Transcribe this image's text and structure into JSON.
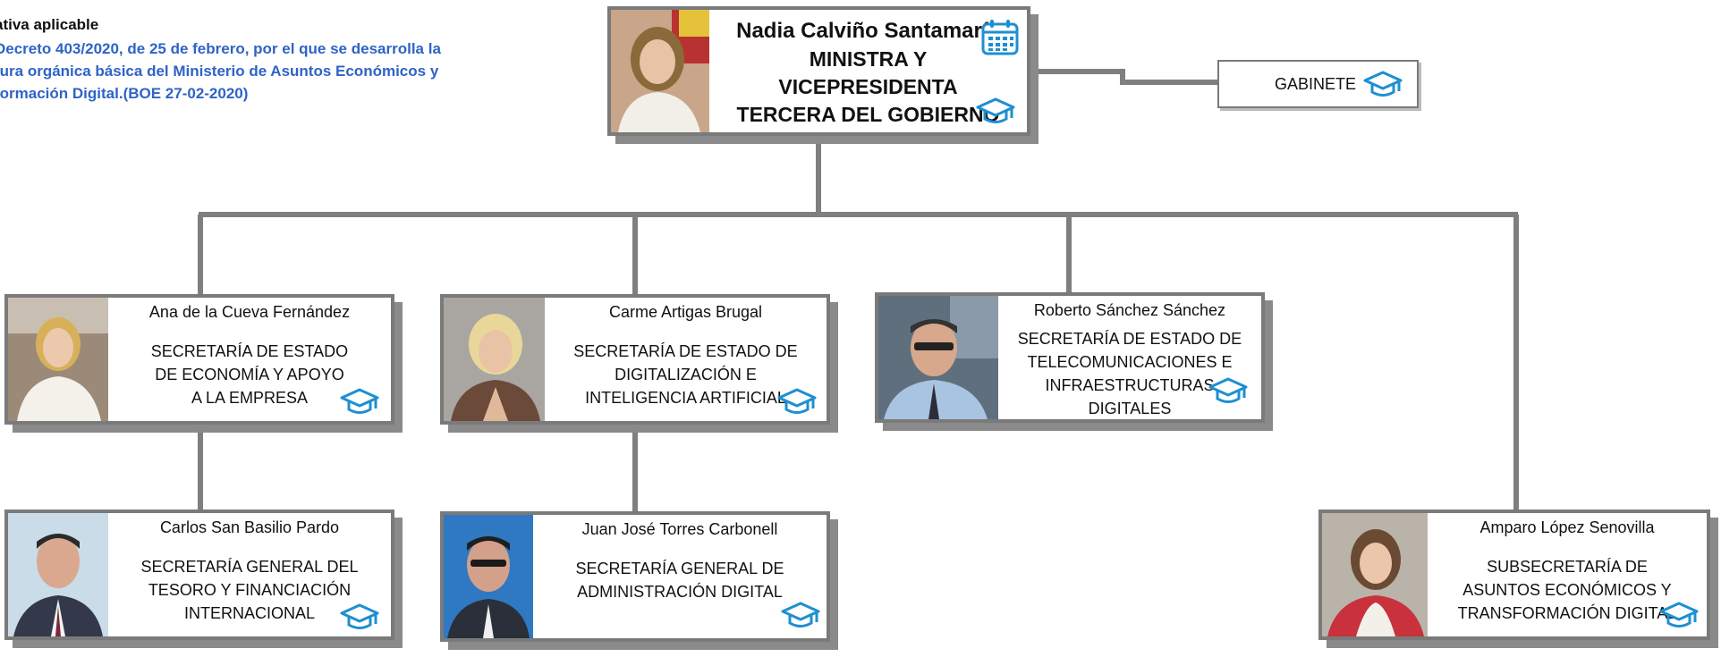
{
  "legal": {
    "title": "ativa aplicable",
    "text": "Decreto 403/2020, de 25 de febrero, por el que se desarrolla la\ntura orgánica básica del Ministerio de Asuntos Económicos y\nformación Digital.(BOE 27-02-2020)"
  },
  "minister": {
    "name": "Nadia Calviño Santamaría",
    "title": "MINISTRA  Y\nVICEPRESIDENTA\nTERCERA DEL GOBIERNO"
  },
  "gabinete": {
    "label": "GABINETE"
  },
  "units": [
    {
      "name": "Ana de la Cueva Fernández",
      "title": "SECRETARÍA DE ESTADO\nDE ECONOMÍA Y APOYO\nA LA EMPRESA"
    },
    {
      "name": "Carme Artigas Brugal",
      "title": "SECRETARÍA DE ESTADO DE\nDIGITALIZACIÓN E\nINTELIGENCIA  ARTIFICIAL"
    },
    {
      "name": "Roberto Sánchez Sánchez",
      "title": "SECRETARÍA DE ESTADO DE\nTELECOMUNICACIONES E\nINFRAESTRUCTURAS\nDIGITALES"
    },
    {
      "name": "Carlos San Basilio Pardo",
      "title": "SECRETARÍA GENERAL DEL\nTESORO Y FINANCIACIÓN\nINTERNACIONAL"
    },
    {
      "name": "Juan José Torres Carbonell",
      "title": "SECRETARÍA GENERAL DE\nADMINISTRACIÓN DIGITAL"
    },
    {
      "name": "Amparo López Senovilla",
      "title": "SUBSECRETARÍA DE\nASUNTOS ECONÓMICOS Y\nTRANSFORMACIÓN DIGITAL"
    }
  ],
  "icons": {
    "cap": "graduation-cap-icon",
    "calendar": "calendar-icon"
  },
  "colors": {
    "icon": "#1e8fd0",
    "lines": "#7f7f7f",
    "legal_text": "#2f63c6"
  }
}
